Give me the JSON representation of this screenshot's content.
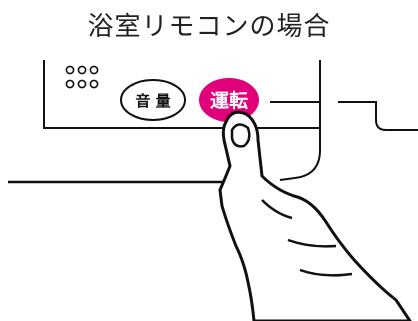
{
  "caption": "浴室リモコンの場合",
  "remote": {
    "volume_button_label": "音 量",
    "run_button_label": "運転"
  },
  "colors": {
    "run_button": "#e0007a",
    "line": "#111111"
  },
  "icons": {
    "speaker_holes": "speaker-grille-icon",
    "hand": "pointing-hand-icon"
  }
}
